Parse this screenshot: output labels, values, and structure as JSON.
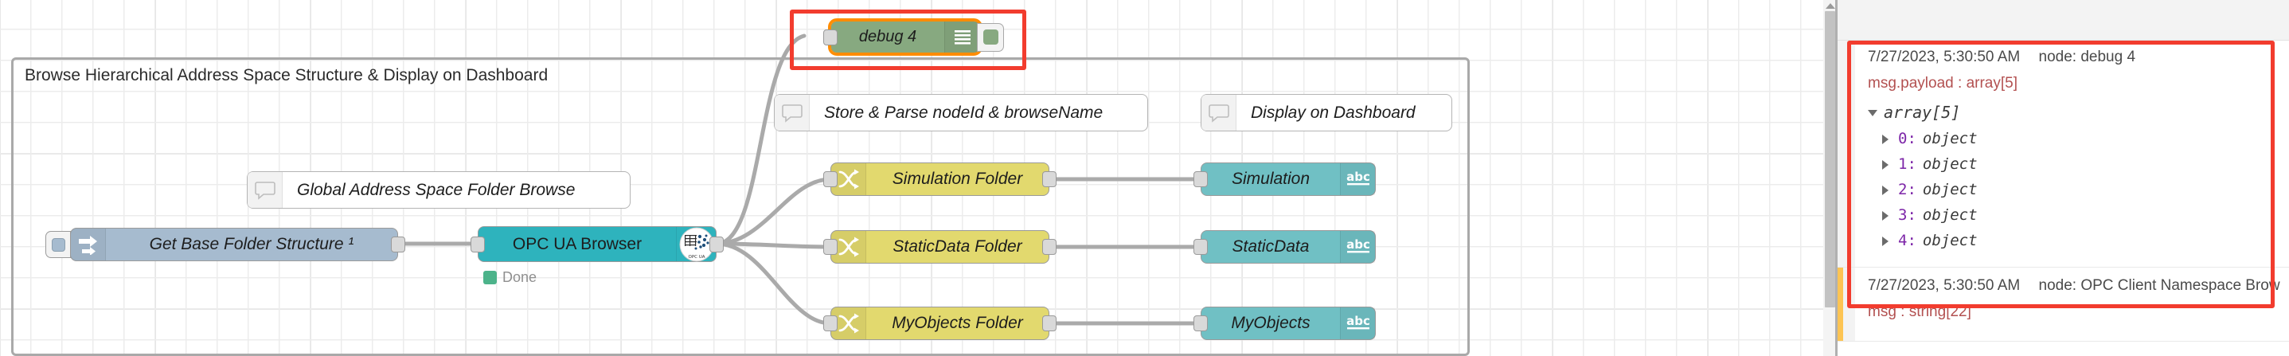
{
  "group": {
    "title": "Browse Hierarchical Address Space Structure & Display on Dashboard"
  },
  "nodes": {
    "inject": {
      "label": "Get Base Folder Structure ¹",
      "type": "inject",
      "icon": "inject-arrow-icon"
    },
    "opcua": {
      "label": "OPC UA Browser",
      "type": "opcua",
      "icon": "opc-ua-logo-icon",
      "status": "Done"
    },
    "debug": {
      "label": "debug 4",
      "type": "debug",
      "icon": "debug-lines-icon"
    },
    "fn1": {
      "label": "Simulation Folder",
      "type": "function",
      "icon": "switch-icon"
    },
    "fn2": {
      "label": "StaticData Folder",
      "type": "function",
      "icon": "switch-icon"
    },
    "fn3": {
      "label": "MyObjects Folder",
      "type": "function",
      "icon": "switch-icon"
    },
    "dash1": {
      "label": "Simulation",
      "type": "dashboard-text",
      "icon": "abc-icon"
    },
    "dash2": {
      "label": "StaticData",
      "type": "dashboard-text",
      "icon": "abc-icon"
    },
    "dash3": {
      "label": "MyObjects",
      "type": "dashboard-text",
      "icon": "abc-icon"
    }
  },
  "comments": {
    "c1": {
      "label": "Global Address Space Folder Browse",
      "icon": "comment-bubble-icon"
    },
    "c2": {
      "label": "Store & Parse nodeId & browseName",
      "icon": "comment-bubble-icon"
    },
    "c3": {
      "label": "Display on Dashboard",
      "icon": "comment-bubble-icon"
    }
  },
  "debug_panel": {
    "messages": [
      {
        "timestamp": "7/27/2023, 5:30:50 AM",
        "node": "node: debug 4",
        "topic": "msg.payload : array[5]",
        "root": "array[5]",
        "items": [
          {
            "index": "0",
            "value": "object"
          },
          {
            "index": "1",
            "value": "object"
          },
          {
            "index": "2",
            "value": "object"
          },
          {
            "index": "3",
            "value": "object"
          },
          {
            "index": "4",
            "value": "object"
          }
        ]
      },
      {
        "timestamp": "7/27/2023, 5:30:50 AM",
        "node": "node: OPC Client Namespace Brow",
        "topic": "msg : string[22]",
        "root": "",
        "items": []
      }
    ]
  },
  "colors": {
    "inject": "#a6bbcf",
    "opcua": "#2eb3bd",
    "function": "#e2d96e",
    "dashboard": "#70c0c4",
    "debug": "#87a980",
    "status_done": "#4cb38a",
    "annotation": "#f23c2e",
    "selection": "#ff8c00",
    "topic_text": "#b35151"
  }
}
